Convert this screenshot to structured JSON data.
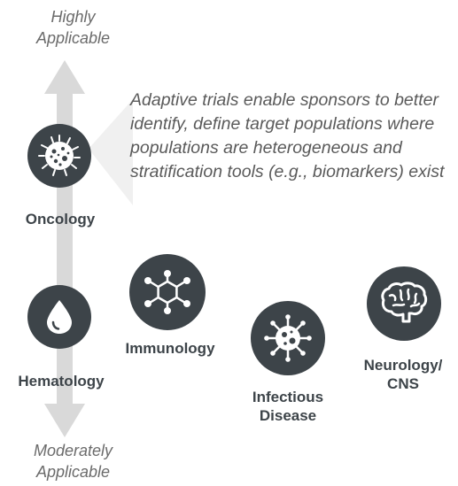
{
  "axis": {
    "top_label": [
      "Highly",
      "Applicable"
    ],
    "bottom_label": [
      "Moderately",
      "Applicable"
    ],
    "color": "#d9d9d9"
  },
  "callout": {
    "text": "Adaptive trials enable sponsors to better identify, define target populations where populations are heterogeneous and stratification tools (e.g., biomarkers) exist"
  },
  "therapeutic_areas": [
    {
      "label": [
        "Oncology"
      ],
      "icon": "cancer-cell-icon"
    },
    {
      "label": [
        "Hematology"
      ],
      "icon": "blood-drop-icon"
    },
    {
      "label": [
        "Immunology"
      ],
      "icon": "molecule-icon"
    },
    {
      "label": [
        "Infectious",
        "Disease"
      ],
      "icon": "virus-icon"
    },
    {
      "label": [
        "Neurology/",
        "CNS"
      ],
      "icon": "brain-icon"
    }
  ],
  "colors": {
    "icon_circle": "#3d4449",
    "label_text": "#3d4449",
    "callout_text": "#5a5a5a",
    "axis_text": "#6b6b6b",
    "callout_fill": "#f0f0f0"
  }
}
